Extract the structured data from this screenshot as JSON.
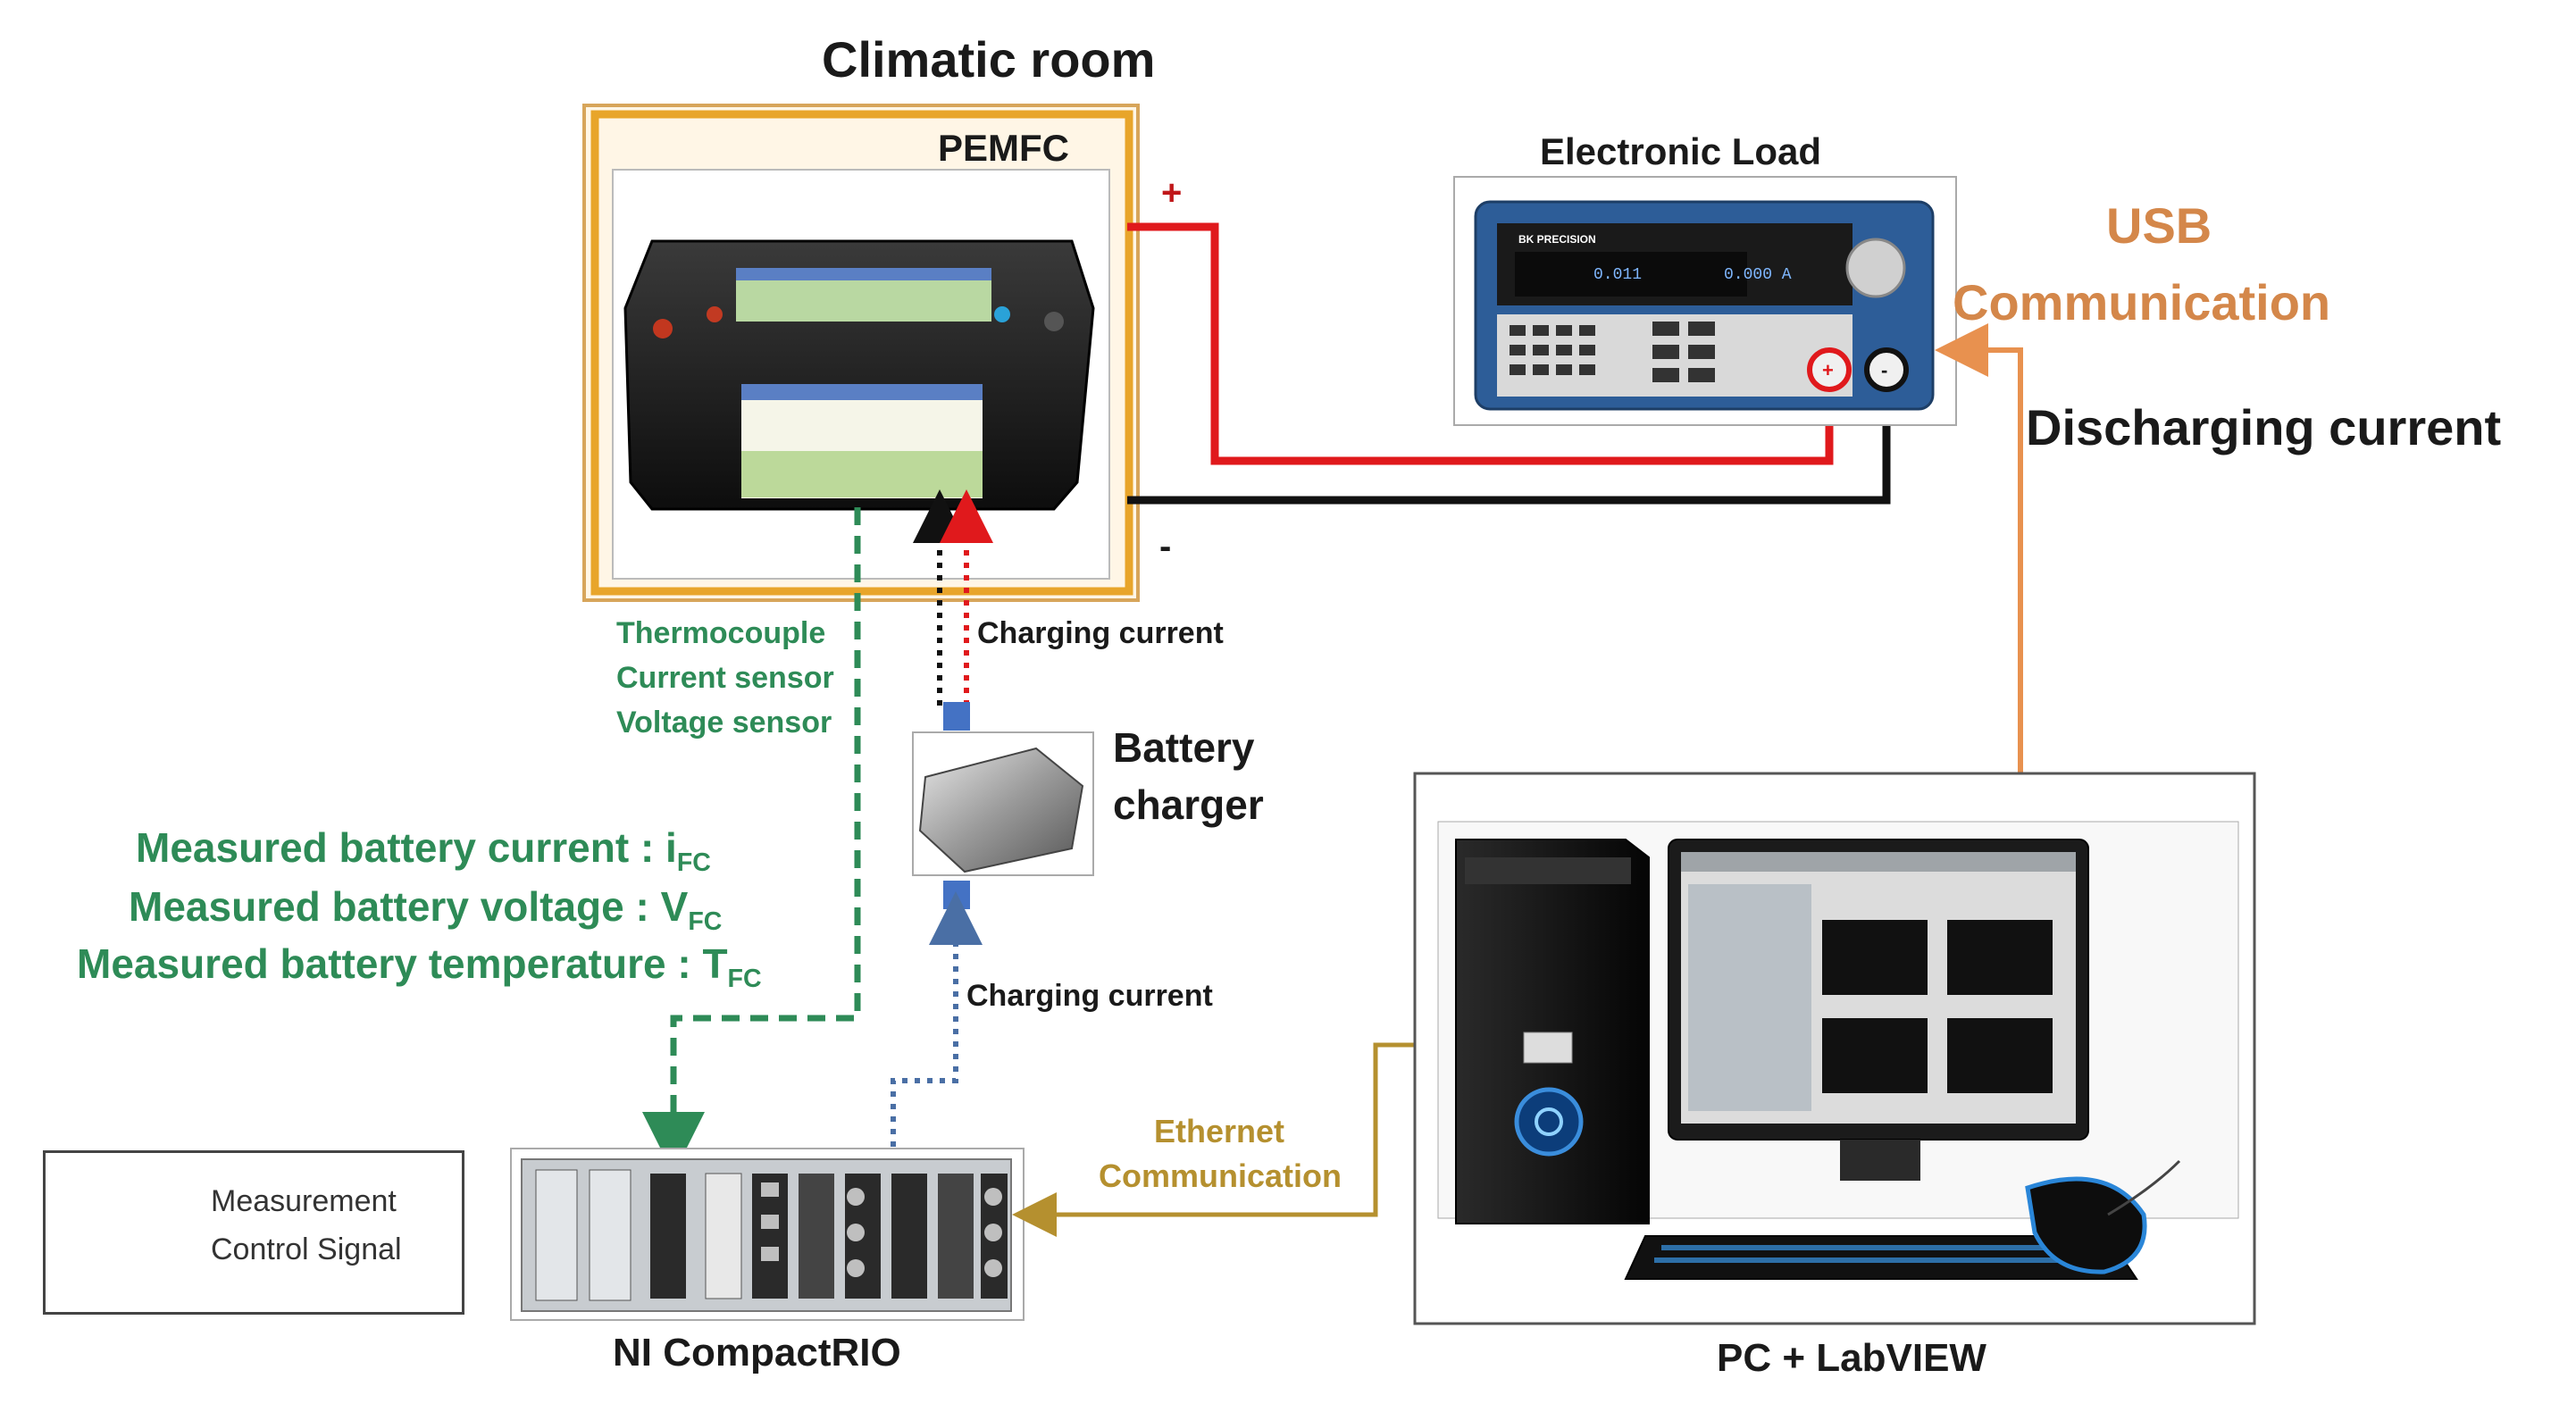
{
  "title": "Climatic room",
  "pemfc_label": "PEMFC",
  "polarity_plus": "+",
  "polarity_minus": "-",
  "electronic_load_label": "Electronic Load",
  "usb_label_line1": "USB",
  "usb_label_line2": "Communication",
  "discharging_label": "Discharging current",
  "sensors": [
    "Thermocouple",
    "Current sensor",
    "Voltage sensor"
  ],
  "charging_current_top": "Charging current",
  "charging_current_bottom": "Charging current",
  "battery_charger_line1": "Battery",
  "battery_charger_line2": "charger",
  "measured": [
    {
      "text": "Measured battery current : i",
      "sub": "FC"
    },
    {
      "text": "Measured battery voltage : V",
      "sub": "FC"
    },
    {
      "text": "Measured battery temperature  : T",
      "sub": "FC"
    }
  ],
  "ethernet_line1": "Ethernet",
  "ethernet_line2": "Communication",
  "compactrio_label": "NI CompactRIO",
  "pc_label": "PC + LabVIEW",
  "legend": [
    {
      "label": "Measurement",
      "style": "dashed-green"
    },
    {
      "label": "Control Signal",
      "style": "dotted-blue"
    }
  ],
  "colors": {
    "measurement": "#2e8b57",
    "control": "#4a6fa5",
    "usb": "#e8914f",
    "ethernet": "#b5902f",
    "positive": "#e0191c",
    "negative": "#111111",
    "room_border": "#e0a030"
  },
  "load_display": [
    "0.011",
    "0.000 A"
  ]
}
